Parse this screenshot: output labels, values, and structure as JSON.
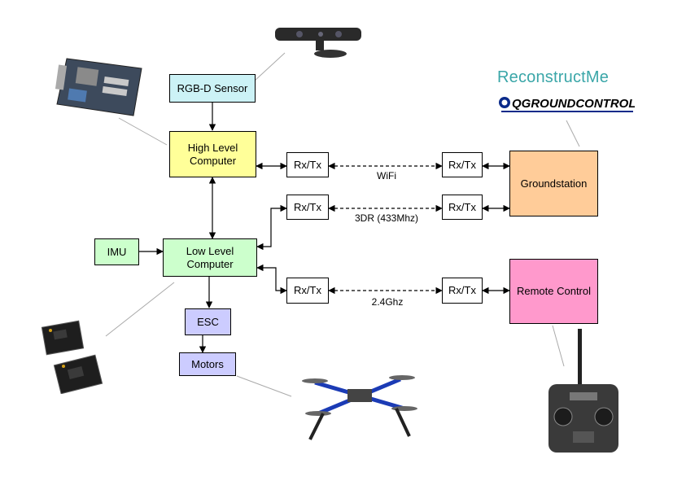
{
  "nodes": {
    "rgbd": "RGB-D Sensor",
    "high": "High Level\nComputer",
    "low": "Low Level\nComputer",
    "imu": "IMU",
    "esc": "ESC",
    "motors": "Motors",
    "ground": "Groundstation",
    "remote": "Remote Control",
    "rxtx": "Rx/Tx"
  },
  "links": {
    "wifi": "WiFi",
    "radio": "3DR (433Mhz)",
    "rc": "2.4Ghz"
  },
  "logos": {
    "reconstructme": "ReconstructMe",
    "qgc": "QGROUNDCONTROL"
  },
  "colors": {
    "rgbd": "#ccf2f6",
    "high": "#ffff99",
    "low": "#ccffcc",
    "imu": "#ccffcc",
    "esc": "#ccccff",
    "motors": "#ccccff",
    "ground": "#ffcc99",
    "remote": "#ff99cc"
  }
}
